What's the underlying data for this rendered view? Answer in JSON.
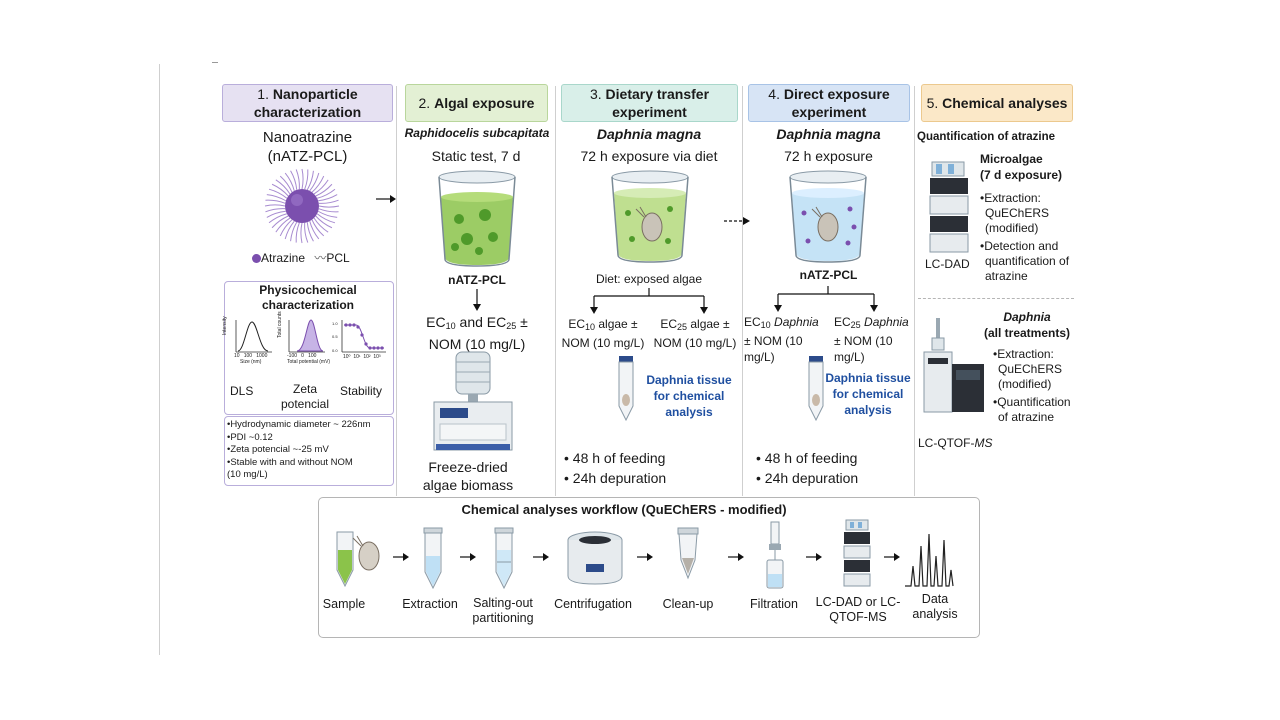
{
  "headers": [
    {
      "num": "1.",
      "title": "Nanoparticle characterization"
    },
    {
      "num": "2.",
      "title": "Algal exposure"
    },
    {
      "num": "3.",
      "title": "Dietary transfer experiment"
    },
    {
      "num": "4.",
      "title": "Direct exposure experiment"
    },
    {
      "num": "5.",
      "title": "Chemical analyses"
    }
  ],
  "col1": {
    "name": "Nanoatrazine",
    "abbr": "(nATZ-PCL)",
    "legend_atrazine": "Atrazine",
    "legend_pcl": "PCL",
    "physchem_title": "Physicochemical characterization",
    "plot_labels": [
      "DLS",
      "Zeta potencial",
      "Stability"
    ],
    "dls_ylabel": "Intensity",
    "dls_xticks": "10   100   1000",
    "dls_xlabel": "Size (nm)",
    "zeta_ylabel": "Total counts",
    "zeta_xticks": "-100   0   100",
    "zeta_xlabel": "Total potential (mV)",
    "stab_xticks": "10⁰  10¹  10²  10³",
    "stab_yticks": [
      "1.0",
      "0.5",
      "0.0"
    ],
    "bullets": [
      "•Hydrodynamic diameter ~ 226nm",
      "•PDI ~0.12",
      "•Zeta potencial ~-25 mV",
      "•Stable with and without NOM",
      "(10 mg/L)"
    ]
  },
  "col2": {
    "species": "Raphidocelis subcapitata",
    "test": "Static test, 7 d",
    "beaker_label": "nATZ-PCL",
    "ec_line1_a": "EC",
    "ec_sub1": "10",
    "ec_and": " and EC",
    "ec_sub2": "25",
    "ec_pm": " ±",
    "ec_line2": "NOM (10 mg/L)",
    "result1": "Freeze-dried",
    "result2": "algae biomass"
  },
  "col3": {
    "species": "Daphnia magna",
    "exposure": "72 h exposure via diet",
    "diet": "Diet: exposed algae",
    "branch_left_a": "EC",
    "branch_left_sub": "10",
    "branch_left_b": " algae ±",
    "branch_left_c": "NOM (10 mg/L)",
    "branch_right_a": "EC",
    "branch_right_sub": "25",
    "branch_right_b": " algae ±",
    "branch_right_c": "NOM (10 mg/L)",
    "tissue1": "Daphnia tissue",
    "tissue2": "for chemical",
    "tissue3": "analysis",
    "bullet1": "•  48 h of feeding",
    "bullet2": "•  24h depuration"
  },
  "col4": {
    "species": "Daphnia magna",
    "exposure": "72 h exposure",
    "beaker_label": "nATZ-PCL",
    "branch_left_a": "EC",
    "branch_left_sub": "10",
    "branch_left_b": "Daphnia",
    "branch_left_c": "± NOM (10",
    "branch_left_d": "mg/L)",
    "branch_right_a": "EC",
    "branch_right_sub": "25",
    "branch_right_b": "Daphnia",
    "branch_right_c": "± NOM (10",
    "branch_right_d": "mg/L)",
    "tissue1": "Daphnia tissue",
    "tissue2": "for chemical",
    "tissue3": "analysis",
    "bullet1": "•  48 h of feeding",
    "bullet2": "•  24h depuration"
  },
  "col5": {
    "quant": "Quantification of atrazine",
    "micro_title1": "Microalgae",
    "micro_title2": "(7 d exposure)",
    "micro_b1a": "•Extraction:",
    "micro_b1b": "QuEChERS",
    "micro_b1c": "(modified)",
    "micro_b2a": "•Detection and",
    "micro_b2b": "quantification of",
    "micro_b2c": "atrazine",
    "instr1": "LC-DAD",
    "daph_title1": "Daphnia",
    "daph_title2": "(all treatments)",
    "daph_b1a": "•Extraction:",
    "daph_b1b": "QuEChERS",
    "daph_b1c": "(modified)",
    "daph_b2a": "•Quantification",
    "daph_b2b": "of atrazine",
    "instr2a": "LC-QTOF-",
    "instr2b": "MS"
  },
  "workflow": {
    "title": "Chemical analyses workflow (QuEChERS - modified)",
    "steps": [
      {
        "l1": "Sample",
        "l2": ""
      },
      {
        "l1": "Extraction",
        "l2": ""
      },
      {
        "l1": "Salting-out",
        "l2": "partitioning"
      },
      {
        "l1": "Centrifugation",
        "l2": ""
      },
      {
        "l1": "Clean-up",
        "l2": ""
      },
      {
        "l1": "Filtration",
        "l2": ""
      },
      {
        "l1": "LC-DAD or LC-",
        "l2": "QTOF-MS"
      },
      {
        "l1": "Data",
        "l2": "analysis"
      }
    ]
  },
  "colors": {
    "h1": "#e6e1f2",
    "h2": "#e3f0d4",
    "h3": "#d9efe9",
    "h4": "#d7e4f5",
    "h5": "#fbe8c8",
    "purple": "#7b4fae",
    "algae": "#8bc34a",
    "water": "#bfe0f5",
    "blue_text": "#1f4fa0"
  }
}
